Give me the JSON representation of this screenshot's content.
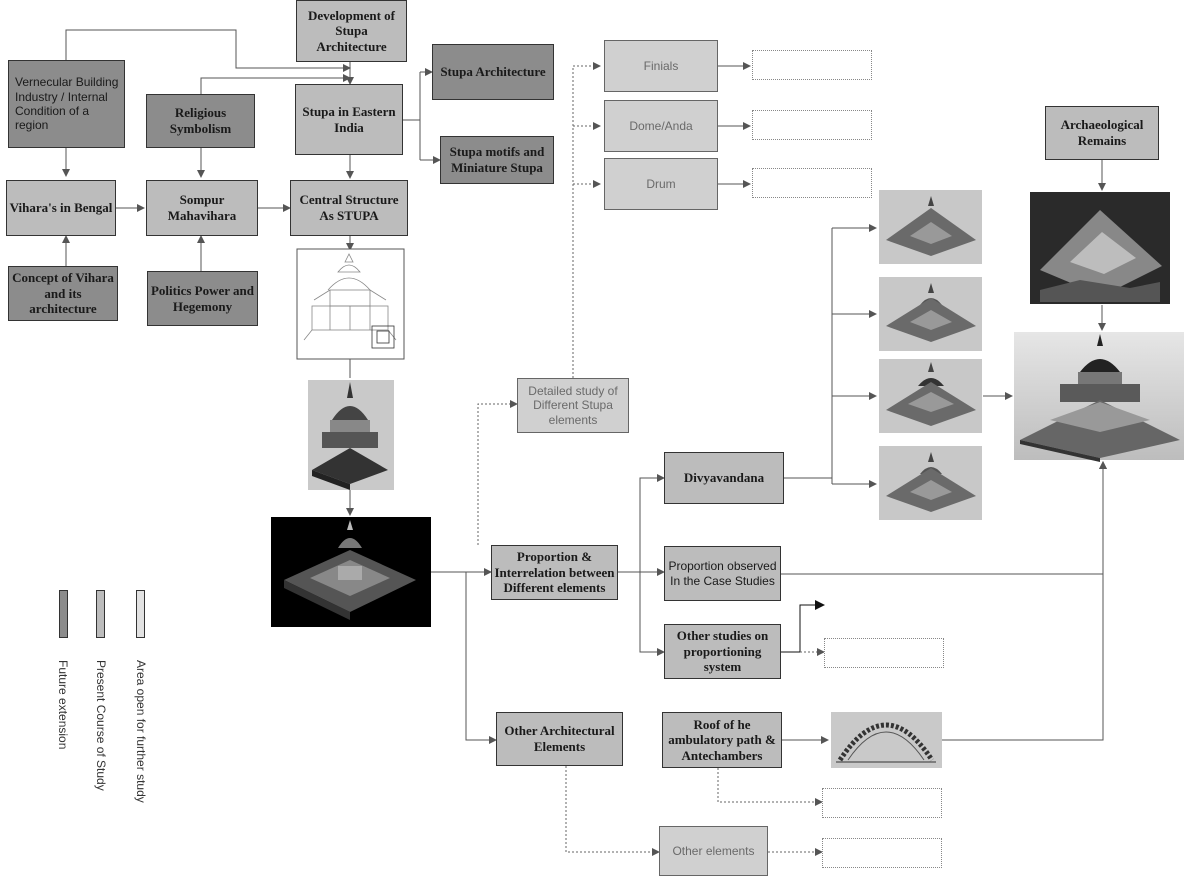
{
  "boxes": {
    "development": "Development of Stupa Architecture",
    "vernacular": "Vernecular Building Industry / Internal Condition of a region",
    "stupa_architecture": "Stupa Architecture",
    "religious_symbolism": "Religious Symbolism",
    "stupa_eastern_india": "Stupa in Eastern India",
    "stupa_motifs": "Stupa motifs and Miniature Stupa",
    "viharas_bengal": "Vihara's in Bengal",
    "sompur": "Sompur Mahavihara",
    "central_structure": "Central Structure As STUPA",
    "concept_vihara": "Concept of Vihara and its architecture",
    "politics_power": "Politics Power and Hegemony",
    "finials": "Finials",
    "dome_anda": "Dome/Anda",
    "drum": "Drum",
    "archaeological_remains": "Archaeological Remains",
    "detailed_study": "Detailed study of Different Stupa elements",
    "divyavandana": "Divyavandana",
    "proportion_interrelation": "Proportion & Interrelation between Different elements",
    "proportion_observed": "Proportion observed In the Case Studies",
    "other_studies": "Other studies on proportioning system",
    "other_architectural": "Other Architectural Elements",
    "roof_ambulatory": "Roof of he ambulatory path & Antechambers",
    "other_elements": "Other elements"
  },
  "legend": {
    "future": "Future extension",
    "present": "Present Course of Study",
    "open": "Area open for further study"
  },
  "colors": {
    "future_extension": "#8c8c8c",
    "present_course": "#bcbcbc",
    "open_area": "#d0d0d0",
    "connector": "#555555"
  }
}
